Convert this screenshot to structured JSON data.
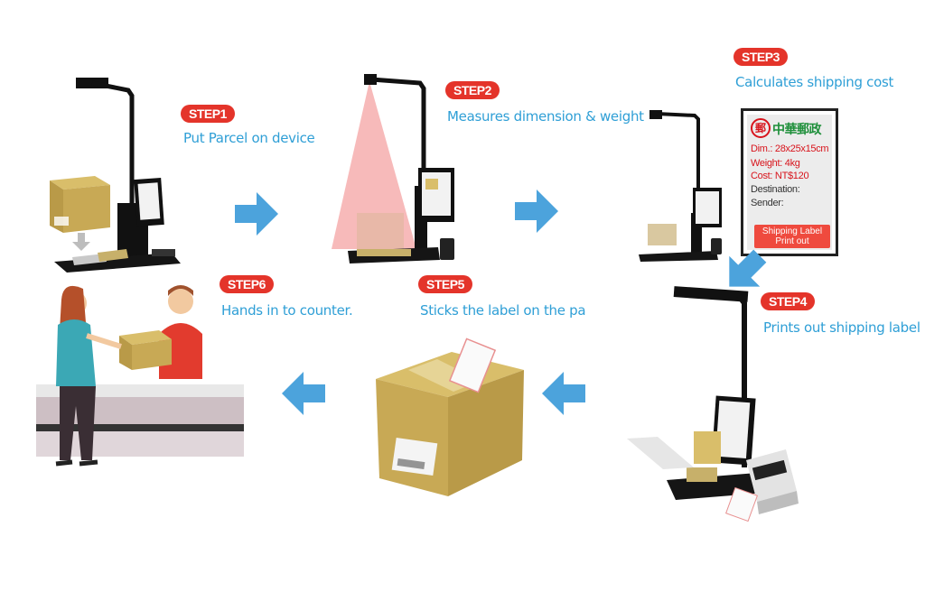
{
  "colors": {
    "badge": "#e4342a",
    "caption": "#2f9fd6",
    "arrow": "#4ca3dc",
    "card_red": "#d8141c",
    "card_green": "#1e8f3a",
    "card_button": "#ef4a3e"
  },
  "steps": [
    {
      "badge": "STEP1",
      "caption": "Put Parcel on device"
    },
    {
      "badge": "STEP2",
      "caption": "Measures dimension & weight"
    },
    {
      "badge": "STEP3",
      "caption": "Calculates shipping cost"
    },
    {
      "badge": "STEP4",
      "caption": "Prints out shipping label"
    },
    {
      "badge": "STEP5",
      "caption": "Sticks the label on the parcel"
    },
    {
      "badge": "STEP6",
      "caption": "Hands in to counter."
    }
  ],
  "shipping_label": {
    "postal_name": "中華郵政",
    "seal_glyph": "郵",
    "dim": "Dim.: 28x25x15cm",
    "weight": "Weight: 4kg",
    "cost": "Cost: NT$120",
    "destination": "Destination:",
    "sender": "Sender:",
    "button_line1": "Shipping Label",
    "button_line2": "Print out"
  },
  "flow_arrows": [
    "right",
    "right",
    "down-left",
    "left",
    "left"
  ]
}
